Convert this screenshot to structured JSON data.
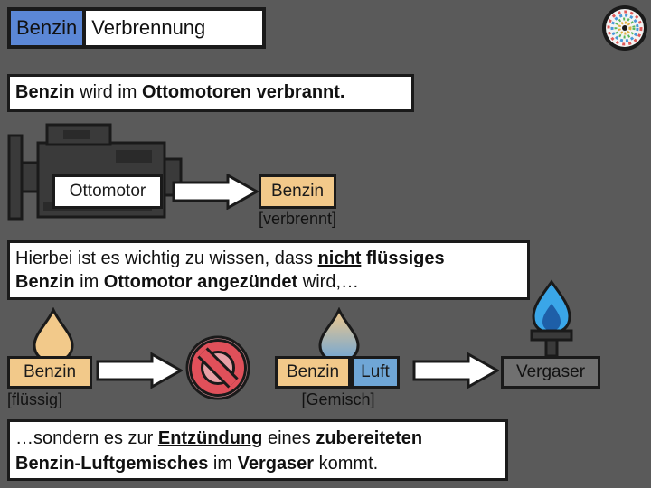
{
  "title": {
    "part1": "Benzin",
    "part2": "Verbrennung"
  },
  "intro": {
    "w1": "Benzin",
    "w2": " wird im ",
    "w3": "Ottomotoren verbrannt."
  },
  "row1": {
    "engine_label": "Ottomotor",
    "result_label": "Benzin",
    "result_sub": "[verbrennt]"
  },
  "middle_text": {
    "t1": "Hierbei ist es wichtig zu wissen, dass ",
    "t2": "nicht",
    "t3": " flüssiges",
    "t4": "Benzin",
    "t5": " im ",
    "t6": "Ottomotor angezündet",
    "t7": " wird,…"
  },
  "row2": {
    "liquid_label": "Benzin",
    "liquid_sub": "[flüssig]",
    "mix_label1": "Benzin",
    "mix_label2": "Luft",
    "mix_sub": "[Gemisch]",
    "vergaser_label": "Vergaser"
  },
  "bottom_text": {
    "t1": "…sondern es zur ",
    "t2": "Entzündung",
    "t3": " eines ",
    "t4": "zubereiteten",
    "t5": "Benzin-Luftgemisches",
    "t6": " im ",
    "t7": "Vergaser",
    "t8": " kommt."
  },
  "colors": {
    "background": "#5a5a5a",
    "title_blue": "#5b87d6",
    "orange": "#f2c98a",
    "blue": "#6fa6d6",
    "gray": "#707070",
    "no_sign": "#e0505a",
    "flame": "#3aa6e8"
  },
  "icons": [
    "engine-icon",
    "arrow-icon",
    "drop-icon",
    "no-sign-icon",
    "gas-burner-icon",
    "logo-icon"
  ]
}
